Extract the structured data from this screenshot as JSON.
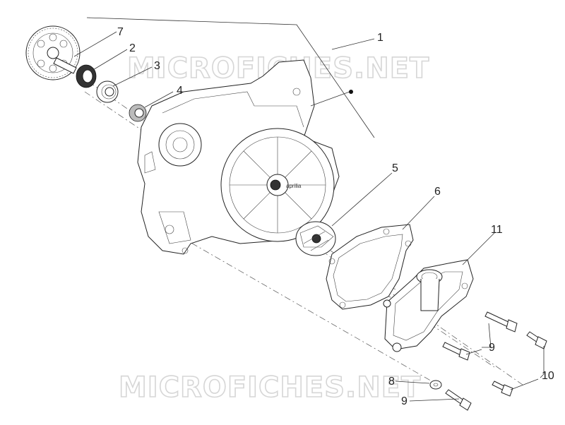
{
  "watermark": {
    "top": "MICROFICHES.NET",
    "bottom": "MICROFICHES.NET"
  },
  "callouts": {
    "c1": "1",
    "c2": "2",
    "c3": "3",
    "c4": "4",
    "c5": "5",
    "c6": "6",
    "c7": "7",
    "c8": "8",
    "c9a": "9",
    "c9b": "9",
    "c10": "10",
    "c11": "11"
  },
  "logo_text": "aprilia",
  "colors": {
    "line": "#222222",
    "watermark": "#d6d6d6",
    "background": "#ffffff"
  }
}
